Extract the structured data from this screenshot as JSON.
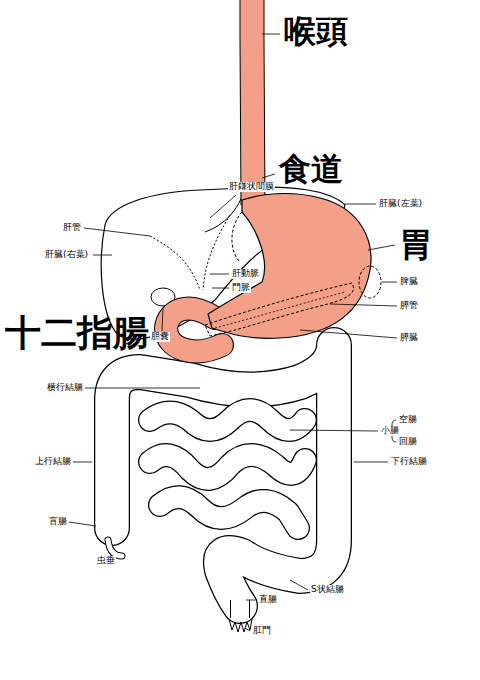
{
  "diagram": {
    "labels": [
      "喉頭",
      "食道",
      "肝鎌状間膜",
      "肝臓(左葉)",
      "肝管",
      "胃",
      "肝臓(右葉)",
      "肝動脈",
      "脾臓",
      "門脈",
      "膵管",
      "十二指腸",
      "胆嚢",
      "膵臓",
      "横行結腸",
      "空腸",
      "小腸",
      "回腸",
      "上行結腸",
      "下行結腸",
      "盲腸",
      "虫垂",
      "S状結腸",
      "直腸",
      "肛門"
    ]
  }
}
